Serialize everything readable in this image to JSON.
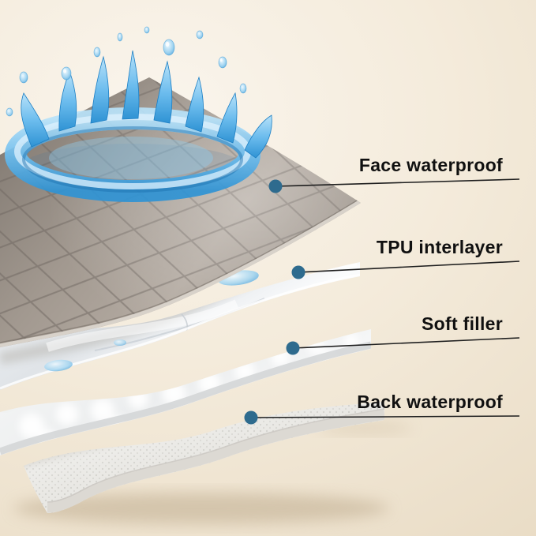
{
  "diagram": {
    "callouts": [
      {
        "id": "face-waterproof",
        "label": "Face waterproof"
      },
      {
        "id": "tpu-interlayer",
        "label": "TPU interlayer"
      },
      {
        "id": "soft-filler",
        "label": "Soft filler"
      },
      {
        "id": "back-waterproof",
        "label": "Back waterproof"
      }
    ],
    "colors": {
      "dot": "#2e6b8e",
      "line": "#1f1f1f",
      "label_text": "#101010",
      "background_light": "#faf5ed",
      "background_dark": "#e7d9c1",
      "face_layer": "#a29990",
      "water": "#4aa6e0"
    }
  }
}
